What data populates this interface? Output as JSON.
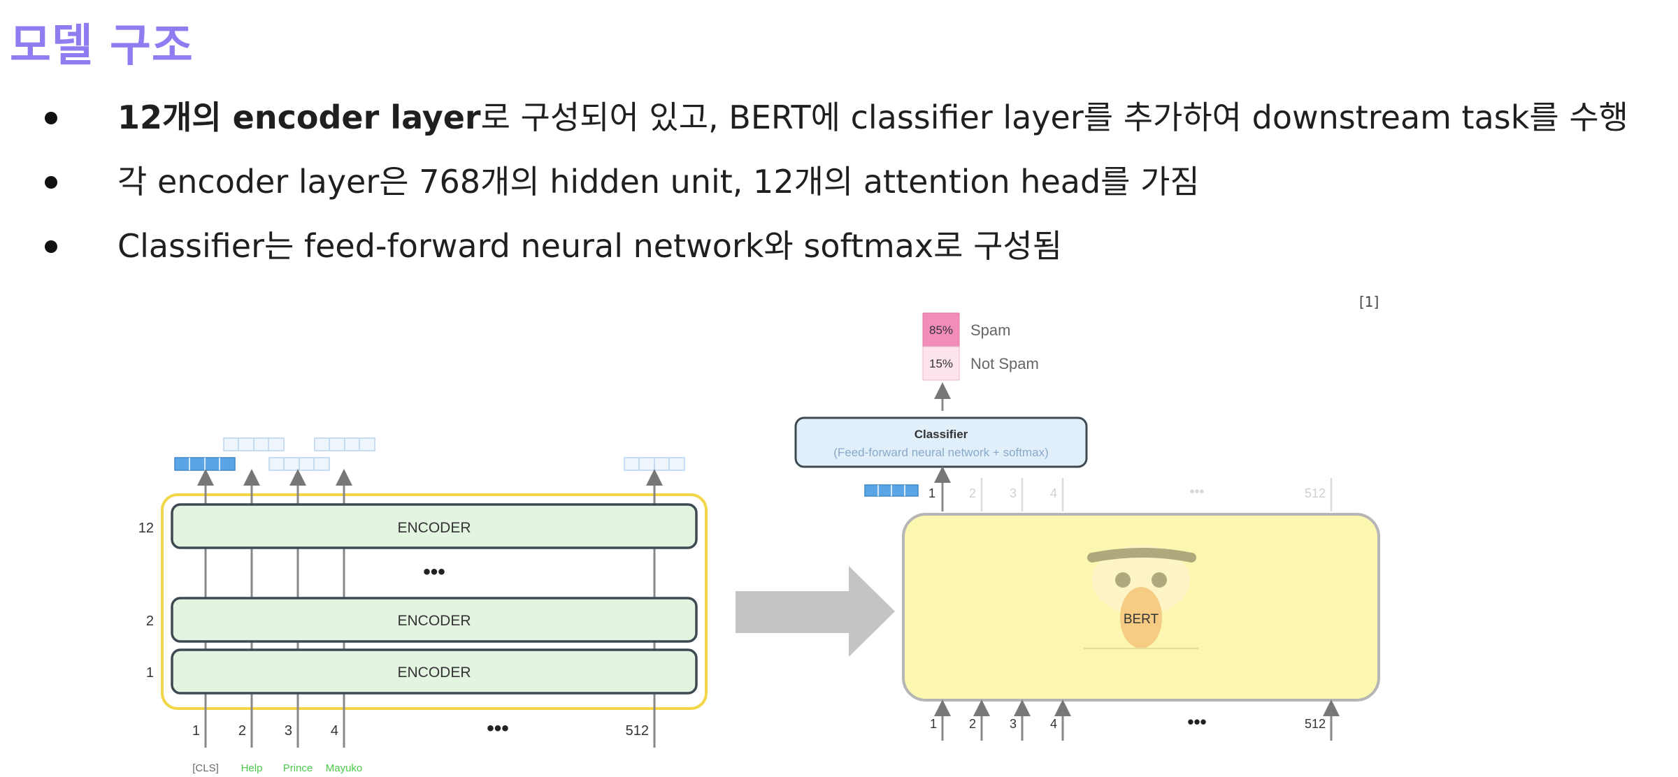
{
  "title": "모델 구조",
  "bullets": [
    {
      "bold": "12개의 encoder layer",
      "rest": "로 구성되어 있고, BERT에 classifier layer를 추가하여 downstream task를 수행"
    },
    {
      "bold": "",
      "rest": "각 encoder layer은 768개의 hidden unit, 12개의 attention head를 가짐"
    },
    {
      "bold": "",
      "rest": "Classifier는 feed-forward neural network와 softmax로 구성됨"
    }
  ],
  "reference": "[1]",
  "left_diagram": {
    "encoder_label": "ENCODER",
    "dots": "•••",
    "layer_numbers": [
      "12",
      "2",
      "1"
    ],
    "positions": [
      "1",
      "2",
      "3",
      "4",
      "512"
    ],
    "tokens": [
      "[CLS]",
      "Help",
      "Prince",
      "Mayuko"
    ]
  },
  "right_diagram": {
    "outputs": [
      {
        "pct": "85%",
        "label": "Spam"
      },
      {
        "pct": "15%",
        "label": "Not Spam"
      }
    ],
    "classifier_title": "Classifier",
    "classifier_sub": "(Feed-forward neural network + softmax)",
    "bert_label": "BERT",
    "top_positions": [
      "1",
      "2",
      "3",
      "4",
      "512"
    ],
    "bottom_positions": [
      "1",
      "2",
      "3",
      "4",
      "512"
    ],
    "dots": "•••"
  },
  "colors": {
    "title": "#8f7cf0",
    "encoder_fill": "#e3f5e1",
    "outer_box": "#f2d64a",
    "bert_box": "#fbf7b0",
    "classifier_fill": "#e1effb",
    "vector_blue": "#5aa5e6",
    "spam": "#f28cb8",
    "not_spam": "#fde4ee",
    "token_green": "#4cc94c"
  }
}
